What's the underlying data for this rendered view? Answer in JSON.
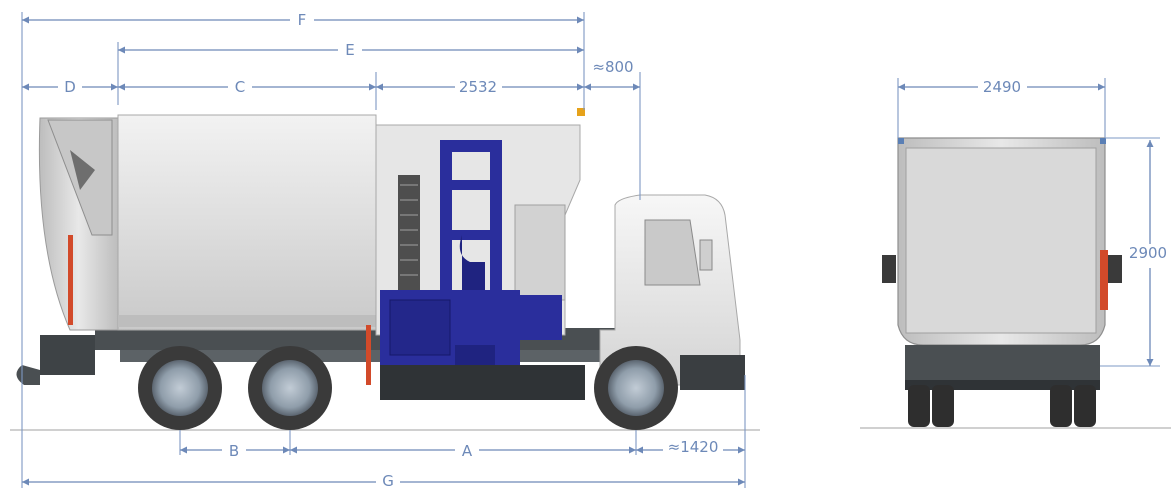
{
  "labels": {
    "F": "F",
    "E": "E",
    "D": "D",
    "C": "C",
    "dim_2532": "2532",
    "dim_800": "≈800",
    "dim_2490": "2490",
    "dim_2900": "2900",
    "B": "B",
    "A": "A",
    "dim_1420": "≈1420",
    "G": "G"
  },
  "colors": {
    "dimension": "#6d89b8",
    "body_panel": "#d8d8d8",
    "lifter_blue": "#2a2e9c",
    "tire": "#3a3a3a",
    "hub": "#9aa7b5",
    "chassis": "#4a4f52",
    "ground": "#cfcfcf"
  }
}
